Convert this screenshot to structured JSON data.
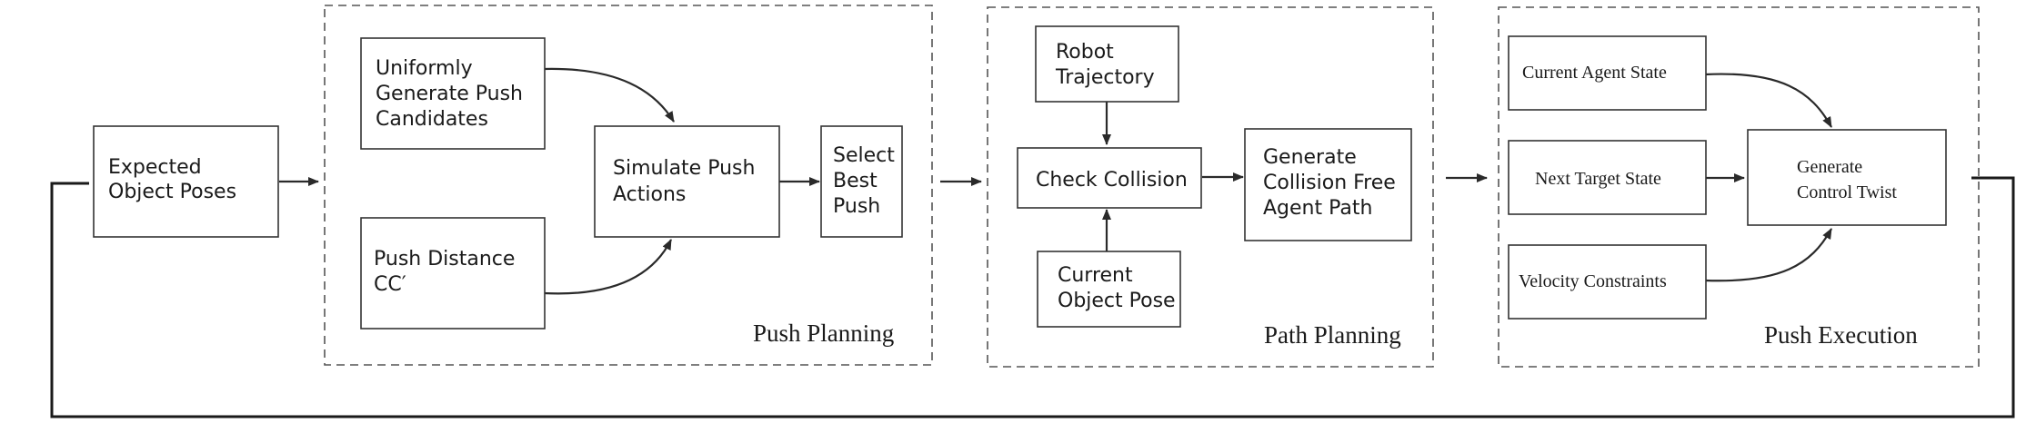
{
  "nodes": {
    "expected_object_poses": [
      "Expected",
      "Object Poses"
    ],
    "uniformly_generate": [
      "Uniformly",
      "Generate Push",
      "Candidates"
    ],
    "push_distance": [
      "Push Distance",
      "CC′"
    ],
    "simulate_push": [
      "Simulate Push",
      "Actions"
    ],
    "select_best_push": [
      "Select",
      "Best",
      "Push"
    ],
    "robot_trajectory": [
      "Robot",
      "Trajectory"
    ],
    "check_collision": [
      "Check Collision"
    ],
    "current_object_pose": [
      "Current",
      "Object Pose"
    ],
    "generate_collision_free": [
      "Generate",
      "Collision Free",
      "Agent Path"
    ],
    "current_agent_state": [
      "Current Agent State"
    ],
    "next_target_state": [
      "Next Target State"
    ],
    "velocity_constraints": [
      "Velocity Constraints"
    ],
    "generate_control_twist": [
      "Generate",
      "Control Twist"
    ]
  },
  "sections": {
    "push_planning": "Push Planning",
    "path_planning": "Path Planning",
    "push_execution": "Push Execution"
  }
}
